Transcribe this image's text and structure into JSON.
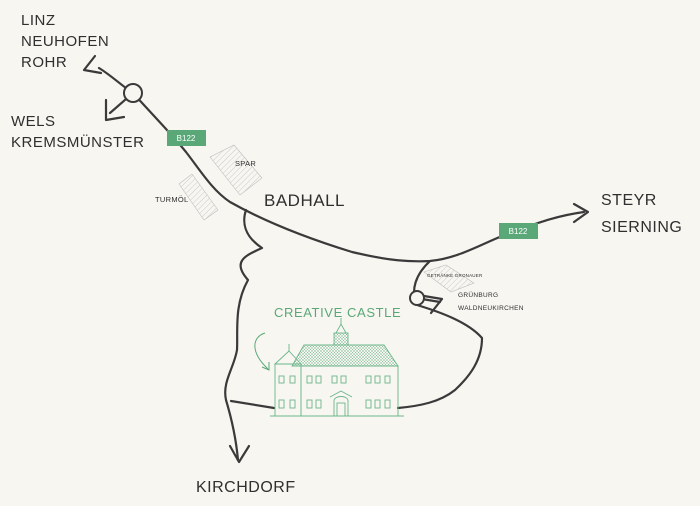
{
  "destinations": {
    "northwest": [
      "LINZ",
      "NEUHOFEN",
      "ROHR"
    ],
    "west": [
      "WELS",
      "KREMSMÜNSTER"
    ],
    "east": [
      "STEYR",
      "SIERNING"
    ],
    "south": "KIRCHDORF"
  },
  "town": "BADHALL",
  "landmarks": {
    "spar": "SPAR",
    "turmol": "TURMÖL",
    "gruenburg": "GRÜNBURG",
    "waldneukirchen": "WALDNEUKIRCHEN",
    "tiny_label": "GETRÄNKE GRONAUER"
  },
  "road_shields": {
    "west": "B122",
    "east": "B122"
  },
  "venue": "CREATIVE CASTLE",
  "colors": {
    "road": "#3a3a3a",
    "accent": "#5aa878",
    "shield": "#5aa878",
    "background": "#f8f6f1"
  }
}
